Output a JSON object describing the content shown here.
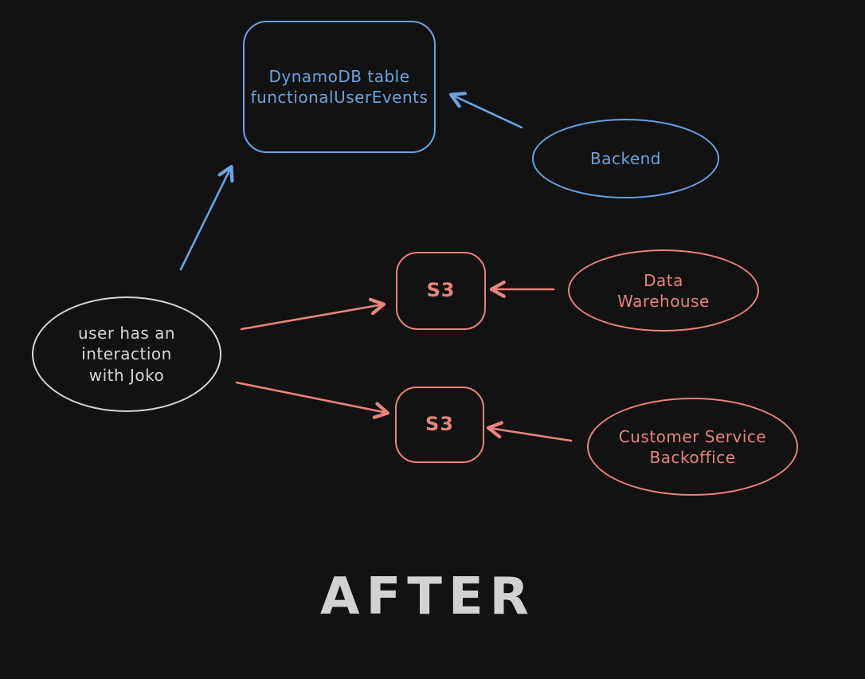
{
  "title": {
    "label": "AFTER"
  },
  "colors": {
    "background": "#121212",
    "blue": "#6ba2e0",
    "red": "#e8837d",
    "white": "#d6d6d6",
    "title_text": "#d2d2d2"
  },
  "nodes": {
    "dynamodb": {
      "type": "rectangle",
      "color": "blue",
      "lines": [
        "DynamoDB table",
        "functionalUserEvents"
      ]
    },
    "backend": {
      "type": "ellipse",
      "color": "blue",
      "label": "Backend"
    },
    "user": {
      "type": "ellipse",
      "color": "white",
      "lines": [
        "user has an",
        "interaction",
        "with Joko"
      ]
    },
    "s3_top": {
      "type": "rectangle",
      "color": "red",
      "label": "S3"
    },
    "data_warehouse": {
      "type": "ellipse",
      "color": "red",
      "lines": [
        "Data",
        "Warehouse"
      ]
    },
    "s3_bottom": {
      "type": "rectangle",
      "color": "red",
      "label": "S3"
    },
    "cs_backoffice": {
      "type": "ellipse",
      "color": "red",
      "lines": [
        "Customer Service",
        "Backoffice"
      ]
    }
  },
  "edges": [
    {
      "from": "user",
      "to": "dynamodb",
      "color": "blue"
    },
    {
      "from": "backend",
      "to": "dynamodb",
      "color": "blue"
    },
    {
      "from": "user",
      "to": "s3_top",
      "color": "red"
    },
    {
      "from": "user",
      "to": "s3_bottom",
      "color": "red"
    },
    {
      "from": "data_warehouse",
      "to": "s3_top",
      "color": "red"
    },
    {
      "from": "cs_backoffice",
      "to": "s3_bottom",
      "color": "red"
    }
  ]
}
